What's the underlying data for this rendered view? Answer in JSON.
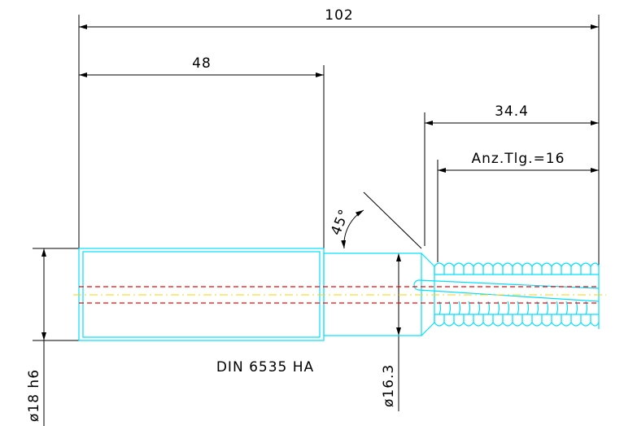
{
  "dimensions": {
    "total_length": "102",
    "shank_length": "48",
    "thread_section_length": "34.4",
    "teeth_count": "Anz.Tlg.=16",
    "chamfer_angle": "45°",
    "neck_diameter": "ø16.3",
    "shank_diameter": "ø18 h6"
  },
  "standard": "DIN 6535 HA",
  "colors": {
    "dimension": "#000000",
    "part_outline": "#00e0ff",
    "hidden_line": "#ff0000",
    "center_line": "#ffd200"
  }
}
